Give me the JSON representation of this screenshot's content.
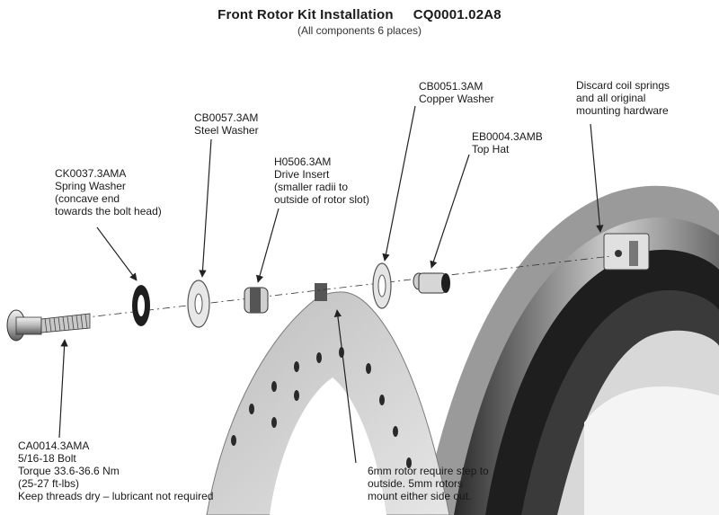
{
  "header": {
    "title": "Front Rotor Kit Installation",
    "code": "CQ0001.02A8",
    "subtitle": "(All components 6 places)"
  },
  "callouts": {
    "bolt": {
      "part": "CA0014.3AMA",
      "lines": [
        "5/16-18 Bolt",
        "Torque 33.6-36.6 Nm",
        "(25-27 ft-lbs)",
        "Keep threads dry – lubricant not required"
      ]
    },
    "spring_washer": {
      "part": "CK0037.3AMA",
      "lines": [
        "Spring Washer",
        "(concave end",
        "towards the bolt head)"
      ]
    },
    "steel_washer": {
      "part": "CB0057.3AM",
      "lines": [
        "Steel Washer"
      ]
    },
    "drive_insert": {
      "part": "H0506.3AM",
      "lines": [
        "Drive Insert",
        "(smaller radii to",
        "outside of rotor slot)"
      ]
    },
    "copper_washer": {
      "part": "CB0051.3AM",
      "lines": [
        "Copper Washer"
      ]
    },
    "top_hat": {
      "part": "EB0004.3AMB",
      "lines": [
        "Top Hat"
      ]
    },
    "discard": {
      "lines": [
        "Discard coil springs",
        "and all original",
        "mounting hardware"
      ]
    },
    "rotor_note": {
      "lines": [
        "6mm rotor require step to",
        "outside. 5mm rotors",
        "mount either side out."
      ]
    }
  }
}
